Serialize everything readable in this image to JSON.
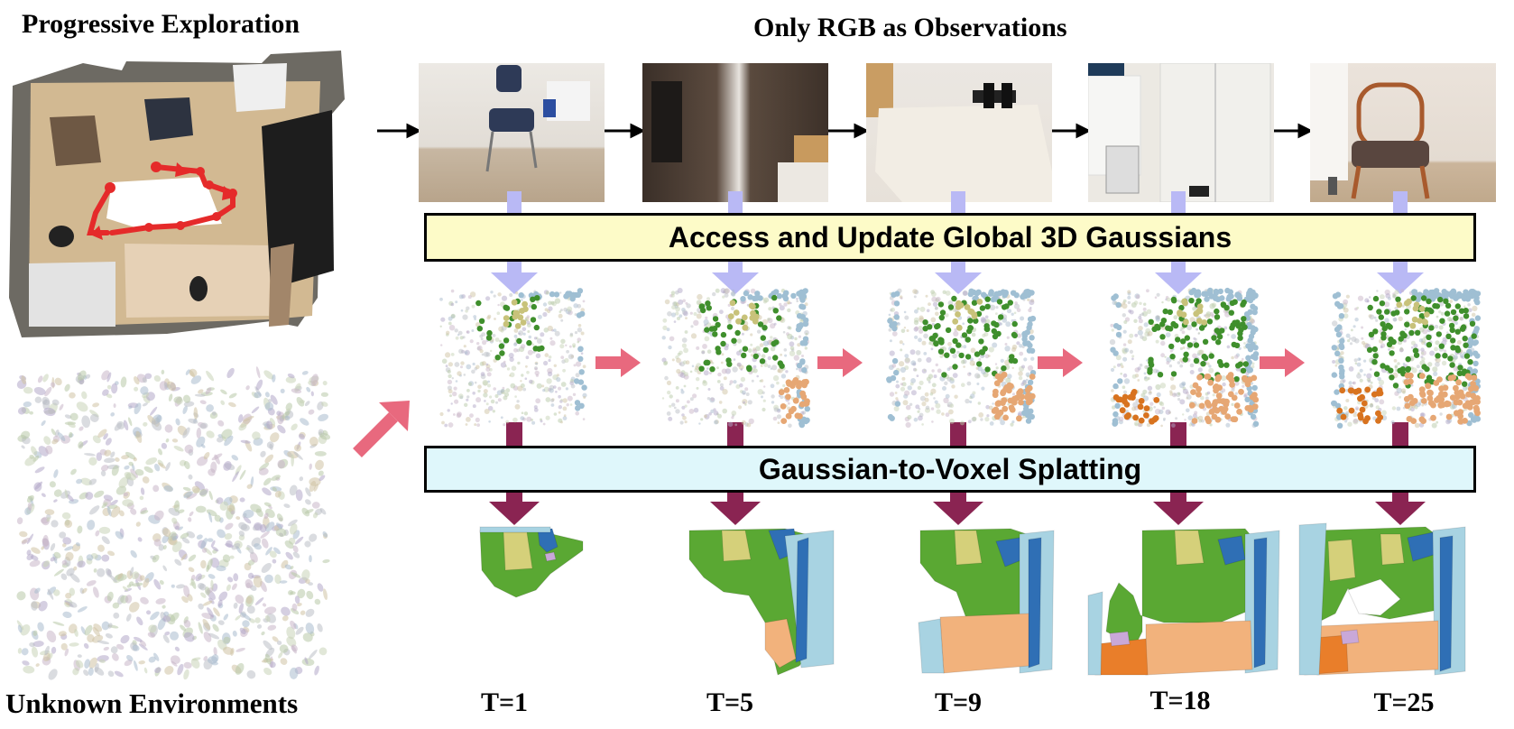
{
  "titles": {
    "progressive": "Progressive Exploration",
    "only_rgb": "Only RGB as Observations",
    "unknown": "Unknown Environments"
  },
  "boxes": {
    "access": "Access and Update Global 3D Gaussians",
    "splat": "Gaussian-to-Voxel Splatting"
  },
  "timesteps": [
    "T=1",
    "T=5",
    "T=9",
    "T=18",
    "T=25"
  ],
  "colors": {
    "access_box": "#fdfbc8",
    "splat_box": "#dff7fb",
    "light_arrow": "#b9b9f5",
    "dark_arrow": "#8a2452",
    "pink_arrow": "#e8697e",
    "black_arrow": "#000000",
    "trajectory": "#e52a2a",
    "green": "#5aa833",
    "olive": "#d5d07a",
    "blue": "#2f6fb5",
    "lightblue": "#a8d3e2",
    "tan": "#f2b27c",
    "orange": "#e97e2a",
    "lavender": "#c9a8d8"
  },
  "icons": [
    "right-arrow-icon",
    "down-arrow-icon",
    "diagonal-arrow-icon"
  ]
}
